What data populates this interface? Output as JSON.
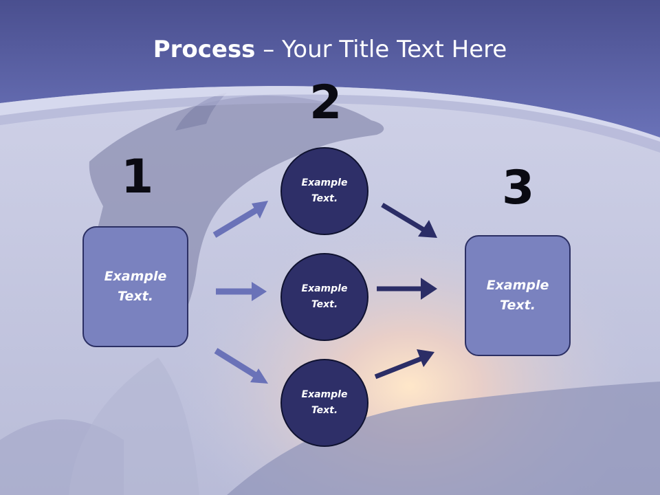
{
  "title": {
    "bold": "Process",
    "rest": " – Your Title Text Here"
  },
  "steps": [
    {
      "number": "1",
      "label": "Example Text."
    },
    {
      "number": "2",
      "label": "Example Text."
    },
    {
      "number": "3",
      "label": "Example Text."
    }
  ],
  "middle_nodes": [
    {
      "label": "Example Text."
    },
    {
      "label": "Example Text."
    },
    {
      "label": "Example Text."
    }
  ],
  "colors": {
    "header": "#5d66ad",
    "box_fill": "#7a82bf",
    "circle_fill": "#2e2f68",
    "arrow_light": "#6a72b8",
    "arrow_dark": "#2b2d66"
  }
}
